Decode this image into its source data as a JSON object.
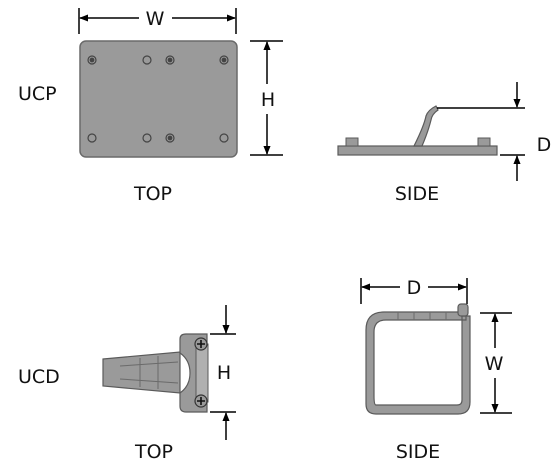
{
  "rows": [
    {
      "label": "UCP",
      "views": [
        {
          "caption": "TOP",
          "dims": [
            "W",
            "H"
          ]
        },
        {
          "caption": "SIDE",
          "dims": [
            "D"
          ]
        }
      ]
    },
    {
      "label": "UCD",
      "views": [
        {
          "caption": "TOP",
          "dims": [
            "H"
          ]
        },
        {
          "caption": "SIDE",
          "dims": [
            "D",
            "W"
          ]
        }
      ]
    }
  ],
  "colors": {
    "part_fill": "#9a9a9a",
    "part_stroke": "#5a5a5a",
    "line": "#000000"
  }
}
